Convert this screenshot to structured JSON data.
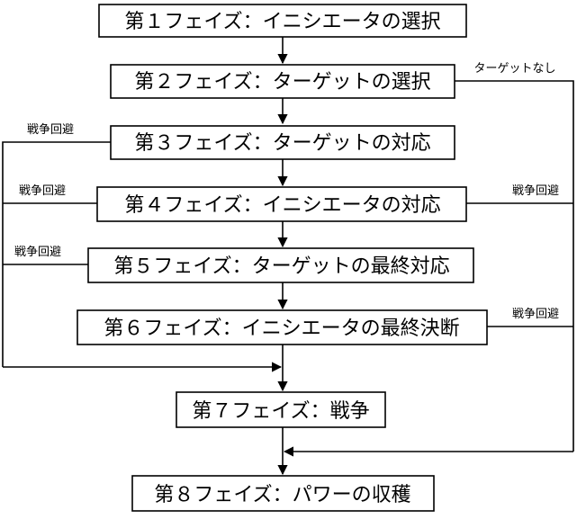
{
  "phases": [
    {
      "label": "第１フェイズ：イニシエータの選択"
    },
    {
      "label": "第２フェイズ：ターゲットの選択"
    },
    {
      "label": "第３フェイズ：ターゲットの対応"
    },
    {
      "label": "第４フェイズ：イニシエータの対応"
    },
    {
      "label": "第５フェイズ：ターゲットの最終対応"
    },
    {
      "label": "第６フェイズ：イニシエータの最終決断"
    },
    {
      "label": "第７フェイズ：戦争"
    },
    {
      "label": "第８フェイズ：パワーの収穫"
    }
  ],
  "branches": {
    "no_target": "ターゲットなし",
    "avoid_war_p3": "戦争回避",
    "avoid_war_p4_left": "戦争回避",
    "avoid_war_p4_right": "戦争回避",
    "avoid_war_p5": "戦争回避",
    "avoid_war_p6": "戦争回避"
  },
  "colors": {
    "line": "#000000",
    "box_fill": "#ffffff",
    "background": "#ffffff"
  }
}
